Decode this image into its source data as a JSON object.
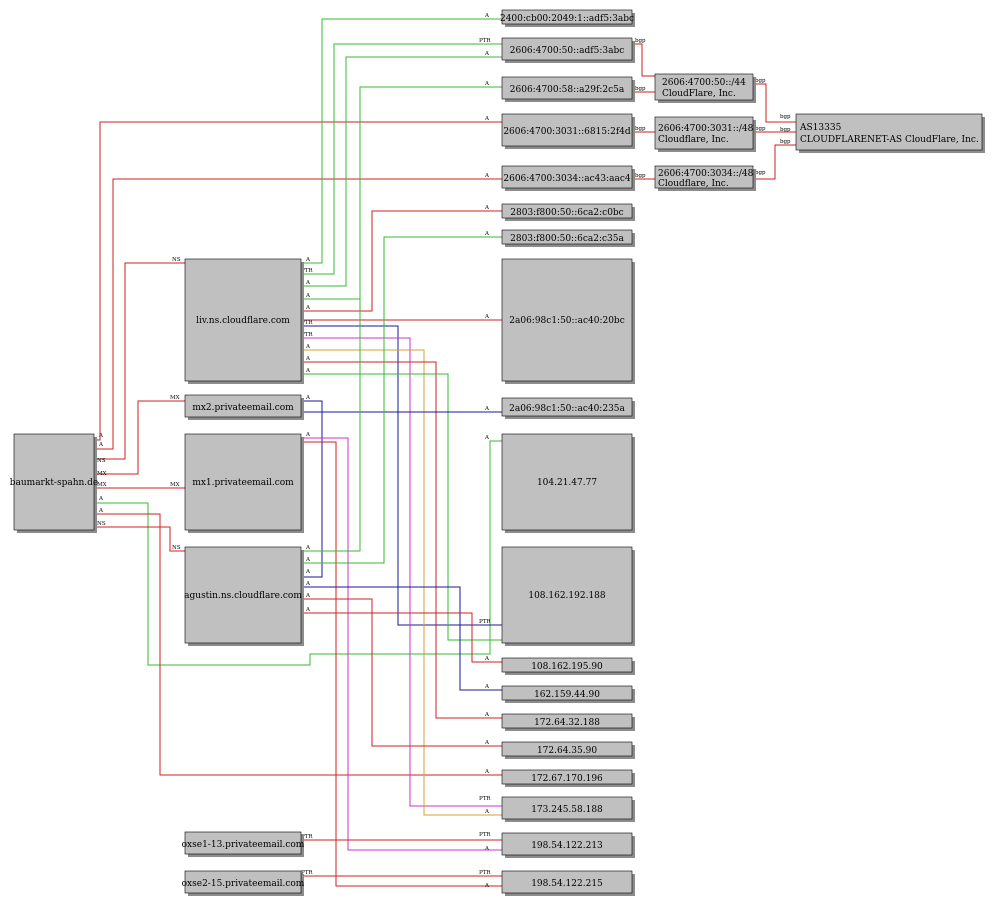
{
  "colors": {
    "red": "#cc2222",
    "green": "#33bb33",
    "blue": "#1a1a99",
    "magenta": "#cc33cc",
    "orange": "#d4a030",
    "node_fill": "#c0c0c0"
  },
  "nodes": {
    "domain": "baumarkt-spahn.de",
    "liv": "liv.ns.cloudflare.com",
    "mx2": "mx2.privateemail.com",
    "mx1": "mx1.privateemail.com",
    "agustin": "agustin.ns.cloudflare.com",
    "oxse13": "oxse1-13.privateemail.com",
    "oxse15": "oxse2-15.privateemail.com",
    "ip_2400": "2400:cb00:2049:1::adf5:3abc",
    "ip_2606_50": "2606:4700:50::adf5:3abc",
    "ip_2606_58": "2606:4700:58::a29f:2c5a",
    "ip_2606_3031": "2606:4700:3031::6815:2f4d",
    "ip_2606_3034": "2606:4700:3034::ac43:aac4",
    "ip_2803_c0bc": "2803:f800:50::6ca2:c0bc",
    "ip_2803_c35a": "2803:f800:50::6ca2:c35a",
    "ip_2a06_20bc": "2a06:98c1:50::ac40:20bc",
    "ip_2a06_235a": "2a06:98c1:50::ac40:235a",
    "ip_104": "104.21.47.77",
    "ip_108_188": "108.162.192.188",
    "ip_108_90": "108.162.195.90",
    "ip_162": "162.159.44.90",
    "ip_172_188": "172.64.32.188",
    "ip_172_90": "172.64.35.90",
    "ip_172_196": "172.67.170.196",
    "ip_173": "173.245.58.188",
    "ip_198_213": "198.54.122.213",
    "ip_198_215": "198.54.122.215",
    "pfx_44_net": "2606:4700:50::/44",
    "pfx_44_org": "CloudFlare, Inc.",
    "pfx_3031_net": "2606:4700:3031::/48",
    "pfx_3031_org": "Cloudflare, Inc.",
    "pfx_3034_net": "2606:4700:3034::/48",
    "pfx_3034_org": "Cloudflare, Inc.",
    "as_num": "AS13335",
    "as_name": "CLOUDFLARENET-AS CloudFlare, Inc."
  },
  "edge_labels": {
    "A": "A",
    "PTR": "PTR",
    "NS": "NS",
    "MX": "MX",
    "bgp": "bgp"
  }
}
